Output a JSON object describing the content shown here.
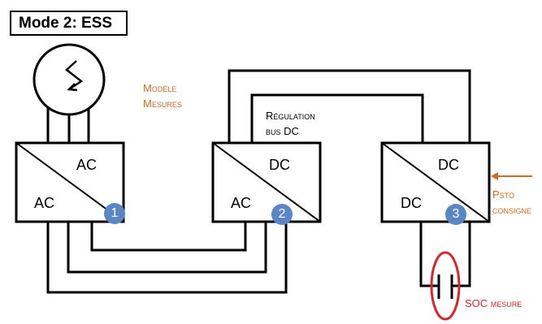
{
  "title": "Mode 2: ESS",
  "annotations": {
    "model_line1": "Modèle",
    "model_line2": "Mesures",
    "regulation_line1": "Régulation",
    "regulation_line2": "bus DC",
    "psto_line1": "Psto",
    "psto_line2": "consigne",
    "soc": "SOC mesure"
  },
  "converters": [
    {
      "top": "AC",
      "bottom": "AC",
      "badge": "1"
    },
    {
      "top": "DC",
      "bottom": "AC",
      "badge": "2"
    },
    {
      "top": "DC",
      "bottom": "DC",
      "badge": "3"
    }
  ],
  "colors": {
    "orange": "#d46a1f",
    "red": "#d9262b",
    "badge": "#5b86c6",
    "lines": "#000000"
  },
  "icons": {
    "generator": "ac-source-icon",
    "battery": "battery-icon",
    "arrow": "arrow-left-icon"
  }
}
